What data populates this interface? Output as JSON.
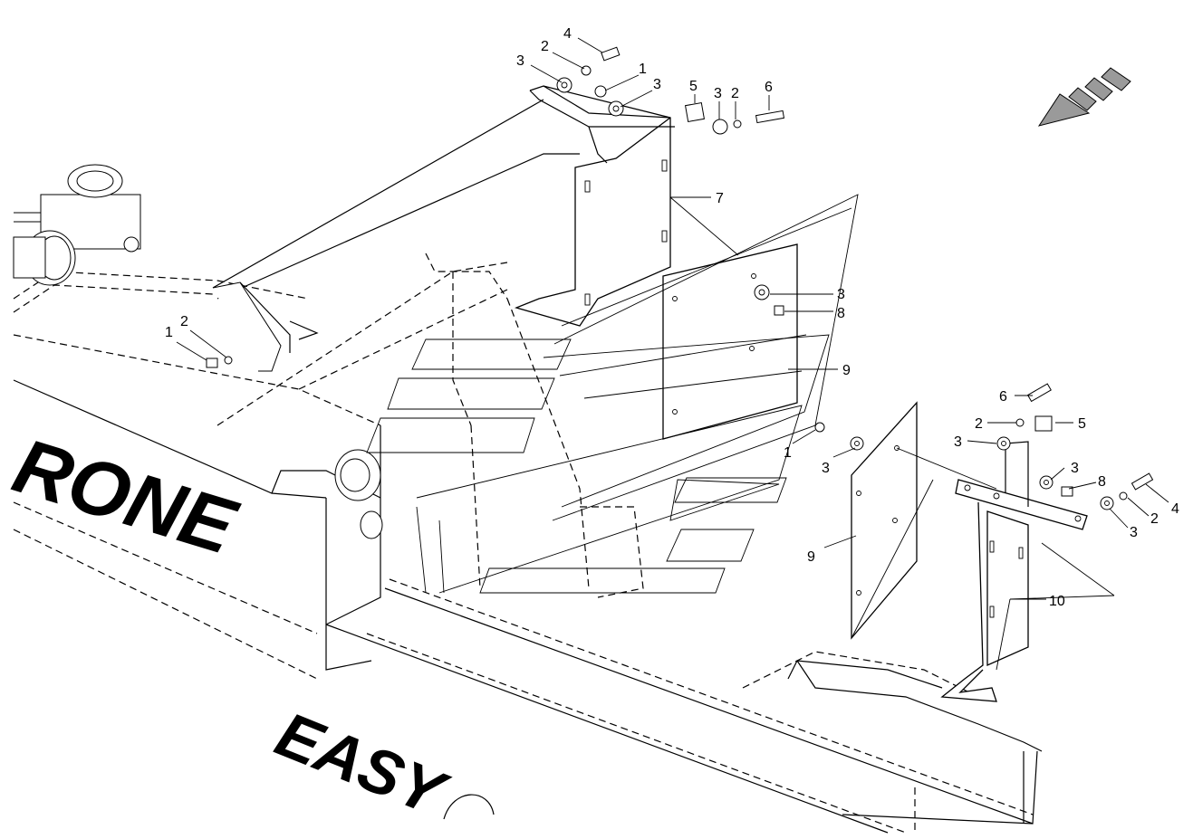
{
  "brand_texts": {
    "main": "RONE",
    "secondary": "EASY"
  },
  "callouts": [
    {
      "id": "c-top-4",
      "label": "4"
    },
    {
      "id": "c-top-2",
      "label": "2"
    },
    {
      "id": "c-top-3a",
      "label": "3"
    },
    {
      "id": "c-top-1",
      "label": "1"
    },
    {
      "id": "c-top-3b",
      "label": "3"
    },
    {
      "id": "c-top-5",
      "label": "5"
    },
    {
      "id": "c-top-3c",
      "label": "3"
    },
    {
      "id": "c-top-2b",
      "label": "2"
    },
    {
      "id": "c-top-6",
      "label": "6"
    },
    {
      "id": "c-7",
      "label": "7"
    },
    {
      "id": "c-mid-3",
      "label": "3"
    },
    {
      "id": "c-mid-8",
      "label": "8"
    },
    {
      "id": "c-mid-9",
      "label": "9"
    },
    {
      "id": "c-left-1",
      "label": "1"
    },
    {
      "id": "c-left-2",
      "label": "2"
    },
    {
      "id": "c-r-6",
      "label": "6"
    },
    {
      "id": "c-r-2",
      "label": "2"
    },
    {
      "id": "c-r-5",
      "label": "5"
    },
    {
      "id": "c-r-3a",
      "label": "3"
    },
    {
      "id": "c-r-1",
      "label": "1"
    },
    {
      "id": "c-r-3b",
      "label": "3"
    },
    {
      "id": "c-r-3c",
      "label": "3"
    },
    {
      "id": "c-r-8",
      "label": "8"
    },
    {
      "id": "c-r-4",
      "label": "4"
    },
    {
      "id": "c-r-2b",
      "label": "2"
    },
    {
      "id": "c-r-3d",
      "label": "3"
    },
    {
      "id": "c-r-9",
      "label": "9"
    },
    {
      "id": "c-r-10",
      "label": "10"
    }
  ],
  "colors": {
    "line": "#000000",
    "background": "#ffffff",
    "fill_dark": "#9a9a9a"
  }
}
